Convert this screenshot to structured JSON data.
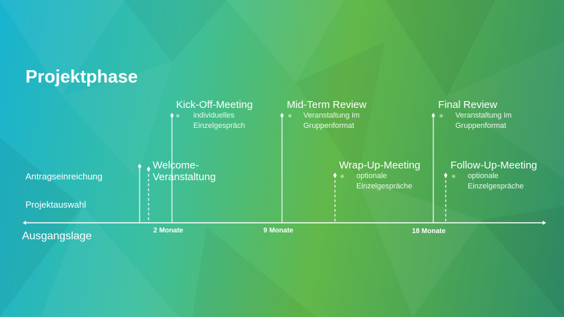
{
  "title": "Projektphase",
  "left_labels": {
    "antrag": "Antragseinreichung",
    "auswahl": "Projektauswahl",
    "baseline": "Ausgangslage"
  },
  "ticks": [
    "2 Monate",
    "9 Monate",
    "18 Monate"
  ],
  "events": [
    {
      "title": "Kick-Off-Meeting",
      "sub1": "individuelles",
      "sub2": "Einzelgespräch"
    },
    {
      "title": "Welcome-",
      "title2": "Veranstaltung"
    },
    {
      "title": "Mid-Term Review",
      "sub1": "Veranstaltung im",
      "sub2": "Gruppenformat"
    },
    {
      "title": "Wrap-Up-Meeting",
      "sub1": "optionale",
      "sub2": "Einzelgespräche"
    },
    {
      "title": "Final Review",
      "sub1": "Veranstaltung im",
      "sub2": "Gruppenformat"
    },
    {
      "title": "Follow-Up-Meeting",
      "sub1": "optionale",
      "sub2": "Einzelgespräche"
    }
  ],
  "colors": {
    "line": "#ffffff",
    "grad_start": "#19b3d0",
    "grad_end": "#2f8f6a"
  }
}
